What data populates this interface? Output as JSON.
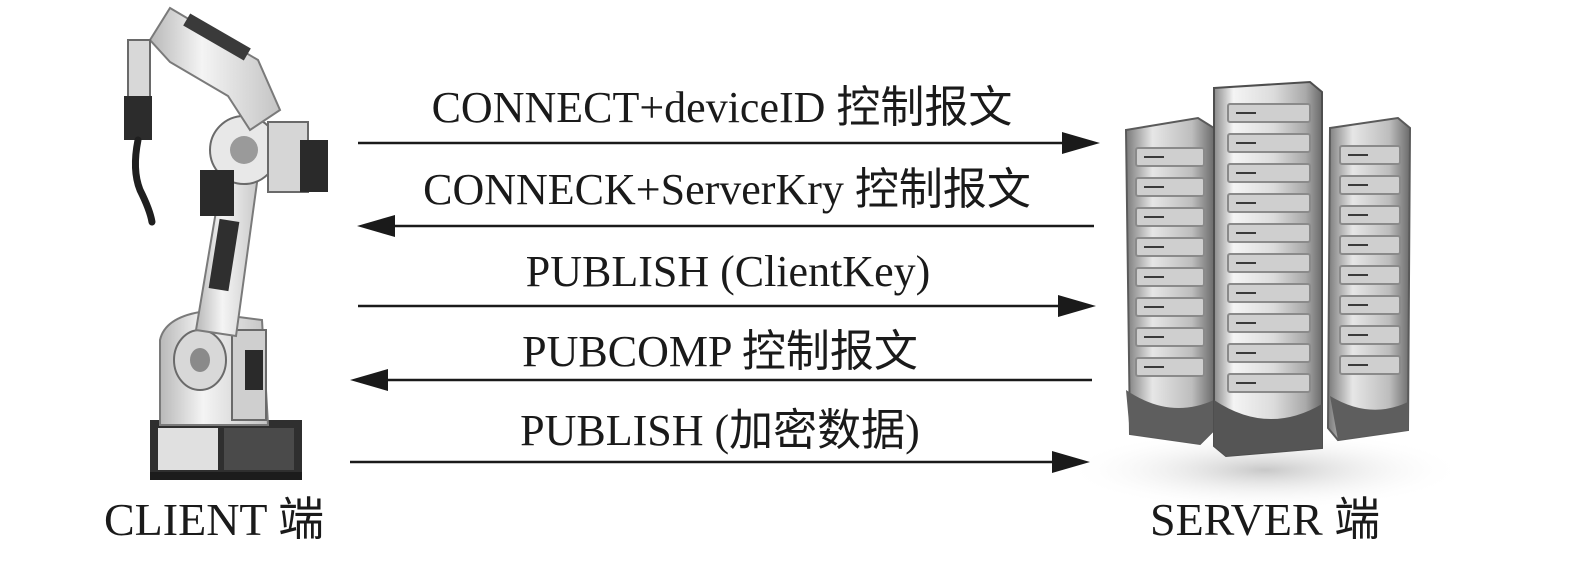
{
  "endpoints": {
    "client": {
      "label": "CLIENT 端",
      "icon": "industrial-robot-arm-icon"
    },
    "server": {
      "label": "SERVER 端",
      "icon": "server-rack-icon"
    }
  },
  "messages": [
    {
      "label": "CONNECT+deviceID 控制报文",
      "direction": "client-to-server"
    },
    {
      "label": "CONNECK+ServerKry 控制报文",
      "direction": "server-to-client"
    },
    {
      "label": "PUBLISH (ClientKey)",
      "direction": "client-to-server"
    },
    {
      "label": "PUBCOMP 控制报文",
      "direction": "server-to-client"
    },
    {
      "label": "PUBLISH (加密数据)",
      "direction": "client-to-server"
    }
  ],
  "colors": {
    "ink": "#1a1a1a",
    "robot_body": "#e9e9e9",
    "robot_shade": "#9a9a9a",
    "server_light": "#f2f2f2",
    "server_dark": "#6e6e6e"
  }
}
